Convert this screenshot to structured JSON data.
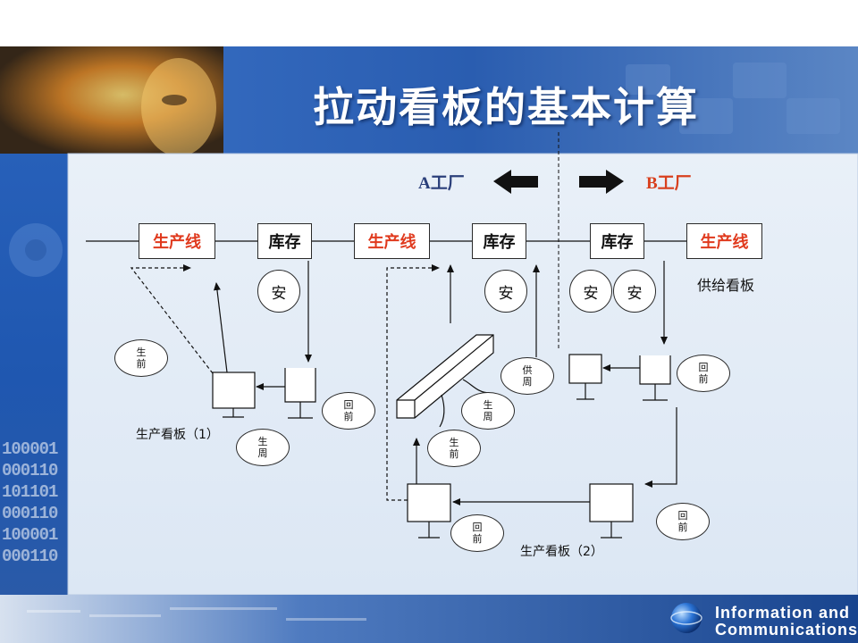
{
  "title": "拉动看板的基本计算",
  "branding": {
    "line1": "Information and",
    "line2": "Communications"
  },
  "background_code": [
    "100001",
    "000110",
    "101101",
    "000110",
    "100001",
    "000110"
  ],
  "plants": {
    "a": "A工厂",
    "b": "B工厂"
  },
  "colors": {
    "header_blue": "#1f4fa0",
    "panel_bg": "#dde8f5",
    "line_red": "#e03a1e",
    "plant_a": "#2a3f7a",
    "plant_b": "#d8401e"
  },
  "flow": [
    {
      "key": "line1",
      "label": "生产线",
      "kind": "line"
    },
    {
      "key": "inv1",
      "label": "库存",
      "kind": "inventory"
    },
    {
      "key": "line2",
      "label": "生产线",
      "kind": "line"
    },
    {
      "key": "inv2",
      "label": "库存",
      "kind": "inventory"
    },
    {
      "key": "inv3",
      "label": "库存",
      "kind": "inventory"
    },
    {
      "key": "line3",
      "label": "生产线",
      "kind": "line"
    }
  ],
  "safety_label": "安",
  "supply_kanban": "供给看板",
  "kanban1": "生产看板（1）",
  "kanban2": "生产看板（2）",
  "ovals": [
    {
      "key": "o1",
      "top": "生",
      "bottom": "前"
    },
    {
      "key": "o2",
      "top": "回",
      "bottom": "前"
    },
    {
      "key": "o3",
      "top": "生",
      "bottom": "周"
    },
    {
      "key": "o4",
      "top": "供",
      "bottom": "周"
    },
    {
      "key": "o5",
      "top": "生",
      "bottom": "周"
    },
    {
      "key": "o6",
      "top": "生",
      "bottom": "前"
    },
    {
      "key": "o7",
      "top": "回",
      "bottom": "前"
    },
    {
      "key": "o8",
      "top": "回",
      "bottom": "前"
    },
    {
      "key": "o9",
      "top": "回",
      "bottom": "前"
    }
  ]
}
